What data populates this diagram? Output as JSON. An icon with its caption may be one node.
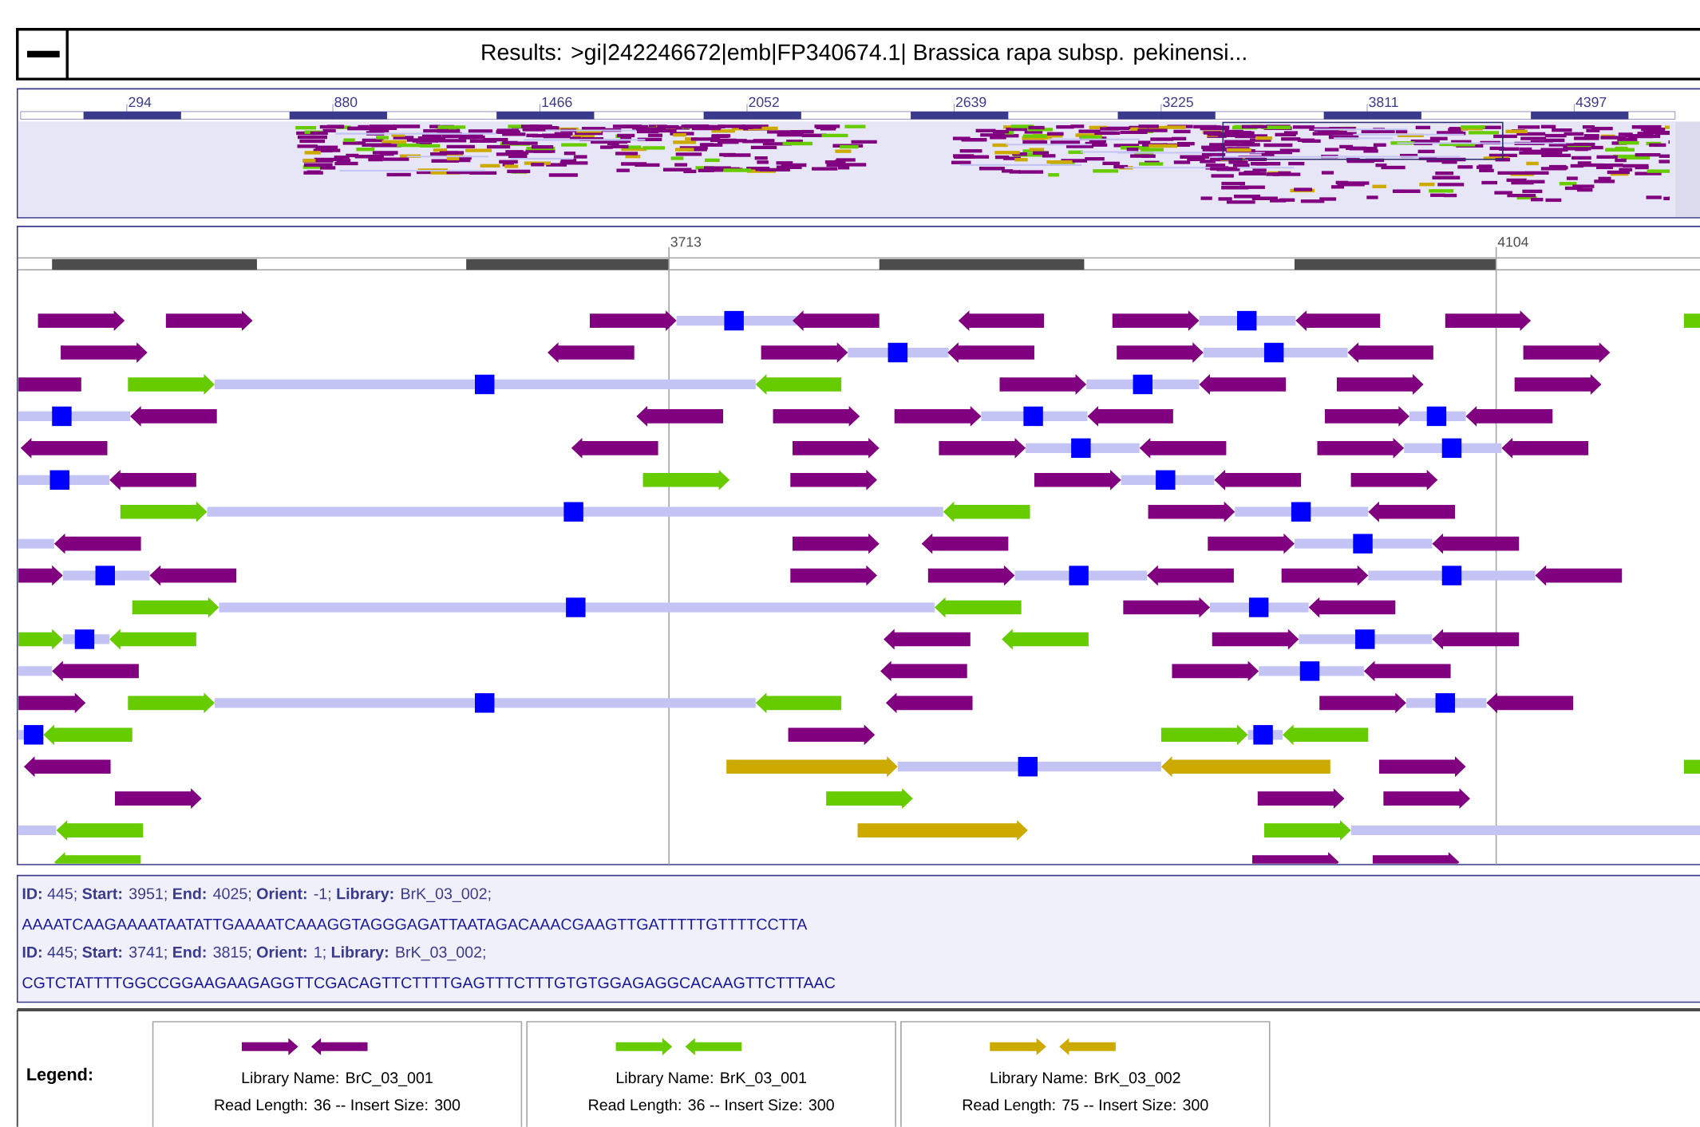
{
  "diagram": {
    "title": "Results: >gi|242246672|emb|FP340674.1| Brassica rapa subsp. pekinensi...",
    "nodes": [
      {
        "text": [
          "**ID:** 445; **Start:** 3951; **End:** 4025; **Orient:** -1; **Library:** BrK_03_002;",
          "AAAATCAAGAAAATAATATTGAAAATCAAAGGTAGGGAGATTAATAGACAAACGAAGTTGATTTTTGTTTTCCTTA",
          "**ID:** 445; **Start:** 3741; **End:** 3815; **Orient:** 1; **Library:** BrK_03_002;",
          "CGTCTATTTTGGCCGGAAGAAGAGGTTCGACAGTTCTTTTGAGTTTCTTTGTGTGGAGAGGCACAAGTTCTTTAAC"
        ]
      },
      {
        "text": [
          "Legend:"
        ]
      },
      {
        "text": [
          "Library Name: BrC_03_001",
          "Read Length: 36 -- Insert Size: 300"
        ],
        "in": 1
      },
      {
        "text": [
          "Library Name: BrK_03_001",
          "Read Length: 36 -- Insert Size: 300"
        ],
        "in": 1
      },
      {
        "text": [
          "Library Name: BrK_03_002",
          "Read Length: 75 -- Insert Size: 300"
        ],
        "in": 1
      }
    ],
    "labels": [
      "294",
      "880",
      "1466",
      "2052",
      "2639",
      "3225",
      "3811",
      "4397",
      "3713",
      "4104"
    ]
  }
}
